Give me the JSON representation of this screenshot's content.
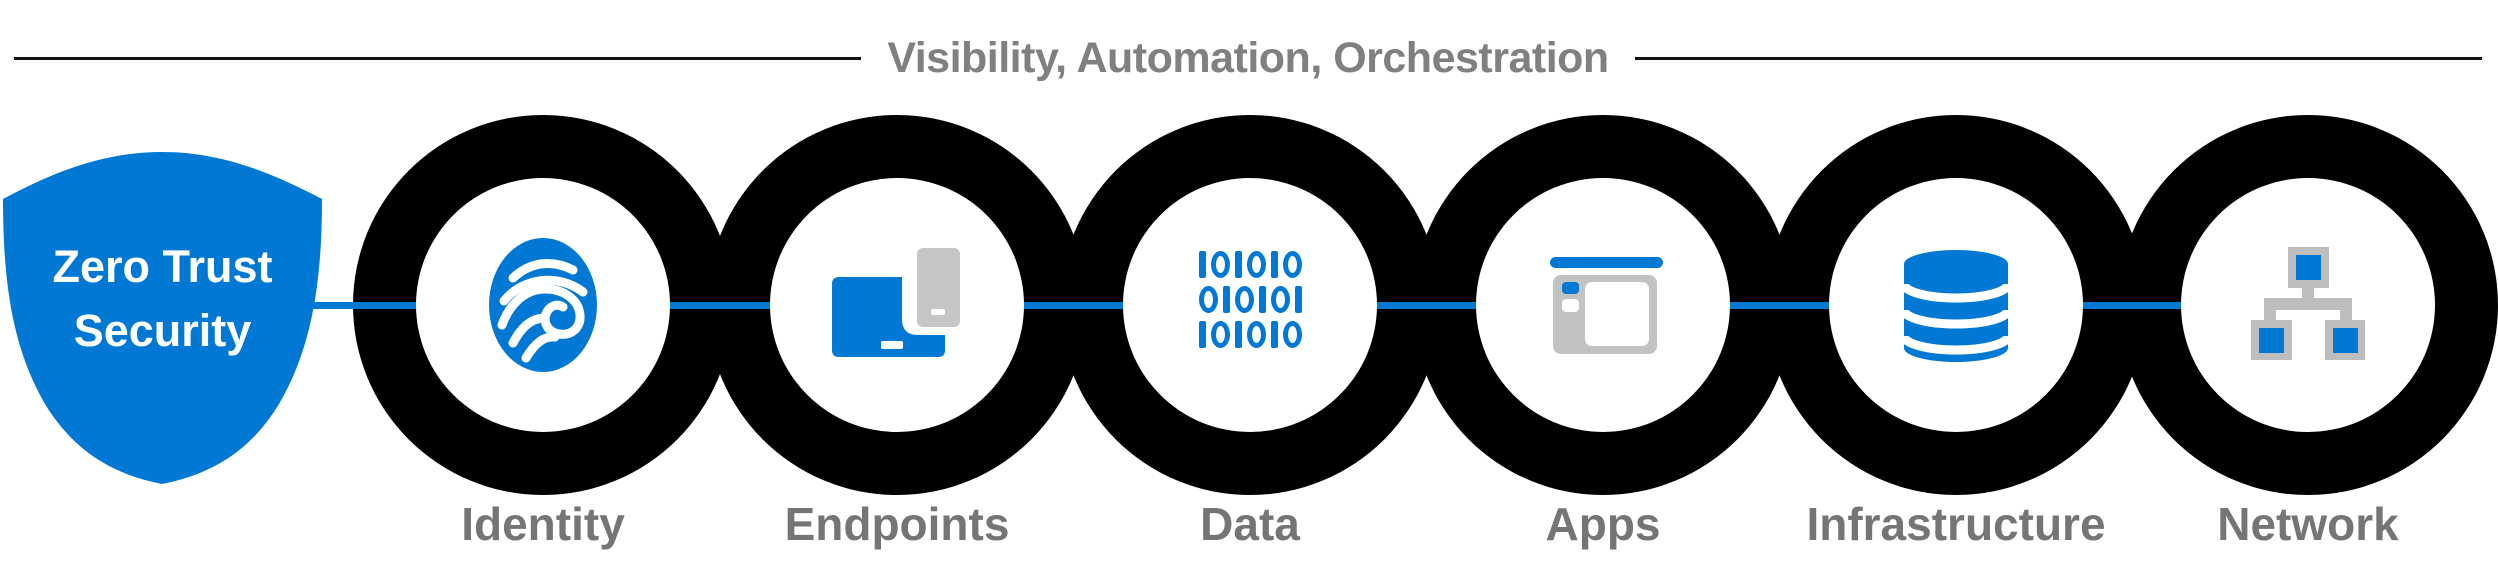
{
  "title": {
    "text": "Visibility, Automation, Orchestration"
  },
  "shield": {
    "line1": "Zero Trust",
    "line2": "Security"
  },
  "nodes": [
    {
      "id": "identity",
      "label": "Identity",
      "icon": "fingerprint-icon"
    },
    {
      "id": "endpoints",
      "label": "Endpoints",
      "icon": "devices-icon"
    },
    {
      "id": "data",
      "label": "Data",
      "icon": "binary-icon",
      "binary_rows": [
        "101010",
        "010101",
        "101010"
      ]
    },
    {
      "id": "apps",
      "label": "Apps",
      "icon": "app-window-icon"
    },
    {
      "id": "infrastructure",
      "label": "Infrastructure",
      "icon": "database-icon"
    },
    {
      "id": "network",
      "label": "Network",
      "icon": "network-icon"
    }
  ],
  "colors": {
    "blue": "#0078D4",
    "ring_black": "#000000",
    "label_gray": "#757575",
    "title_gray": "#808080",
    "icon_gray": "#C2C2C2",
    "connector_gray": "#BDBDBD"
  }
}
